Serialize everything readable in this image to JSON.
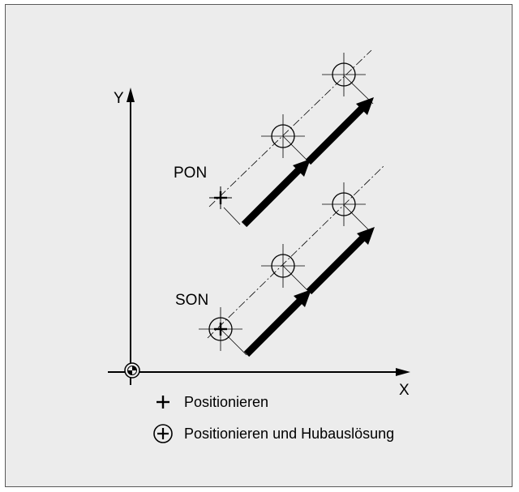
{
  "axes": {
    "x_label": "X",
    "y_label": "Y"
  },
  "labels": {
    "pon": "PON",
    "son": "SON"
  },
  "legend": {
    "items": [
      {
        "icon": "plus-icon",
        "text": "Positionieren"
      },
      {
        "icon": "circled-plus-icon",
        "text": "Positionieren und Hubauslösung"
      }
    ]
  },
  "colors": {
    "background": "#ececec",
    "frame": "#5a5a5a",
    "ink": "#000000"
  }
}
